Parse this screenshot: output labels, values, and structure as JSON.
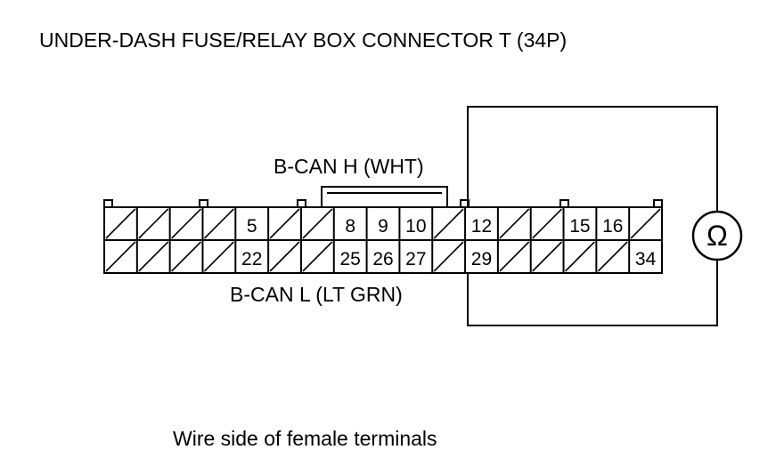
{
  "title": "UNDER-DASH FUSE/RELAY BOX CONNECTOR T (34P)",
  "wire_labels": {
    "can_h": "B-CAN H (WHT)",
    "can_l": "B-CAN L (LT GRN)"
  },
  "footer": "Wire side of female terminals",
  "meter": {
    "symbol": "Ω",
    "icon": "ohmmeter-icon"
  },
  "connector": {
    "columns": 17,
    "top_row": [
      "",
      "",
      "",
      "",
      "5",
      "",
      "",
      "8",
      "9",
      "10",
      "",
      "12",
      "",
      "",
      "15",
      "16",
      ""
    ],
    "bottom_row": [
      "",
      "",
      "",
      "",
      "22",
      "",
      "",
      "25",
      "26",
      "27",
      "",
      "29",
      "",
      "",
      "",
      "",
      "34"
    ],
    "probe_terminals": [
      "12",
      "29"
    ]
  }
}
